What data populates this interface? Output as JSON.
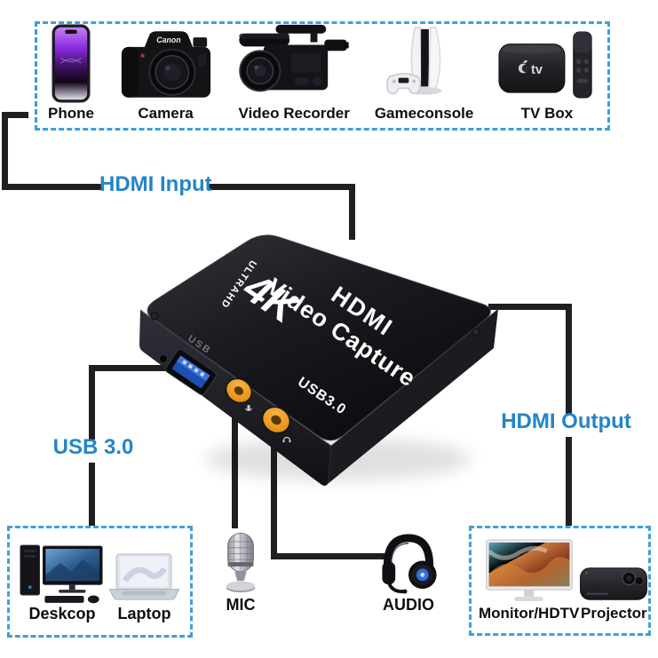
{
  "diagram": {
    "input_group": {
      "devices": [
        {
          "icon": "phone-icon",
          "label": "Phone"
        },
        {
          "icon": "camera-icon",
          "label": "Camera"
        },
        {
          "icon": "video-recorder-icon",
          "label": "Video Recorder"
        },
        {
          "icon": "game-console-icon",
          "label": "Gameconsole"
        },
        {
          "icon": "tv-box-icon",
          "label": "TV Box"
        }
      ]
    },
    "connections": {
      "hdmi_input_label": "HDMI Input",
      "usb_label": "USB 3.0",
      "hdmi_output_label": "HDMI Output"
    },
    "capture_device": {
      "logo_top": "4K",
      "logo_sub": "ULTRAHD",
      "name_line1": "HDMI",
      "name_line2": "Video Capture",
      "port_label": "USB",
      "usb_version": "USB3.0"
    },
    "output_left": {
      "devices": [
        {
          "icon": "desktop-pc-icon",
          "label": "Deskcop"
        },
        {
          "icon": "laptop-icon",
          "label": "Laptop"
        }
      ]
    },
    "output_mid": {
      "devices": [
        {
          "icon": "microphone-icon",
          "label": "MIC"
        },
        {
          "icon": "headset-icon",
          "label": "AUDIO"
        }
      ]
    },
    "output_right": {
      "devices": [
        {
          "icon": "monitor-icon",
          "label": "Monitor/HDTV"
        },
        {
          "icon": "projector-icon",
          "label": "Projector"
        }
      ]
    },
    "colors": {
      "accent_blue": "#2385c8",
      "dashed_border": "#3f9fd9",
      "connector_black": "#1f1f1f",
      "usb_port_blue": "#1d4fb4",
      "jack_orange": "#e8941c"
    }
  }
}
